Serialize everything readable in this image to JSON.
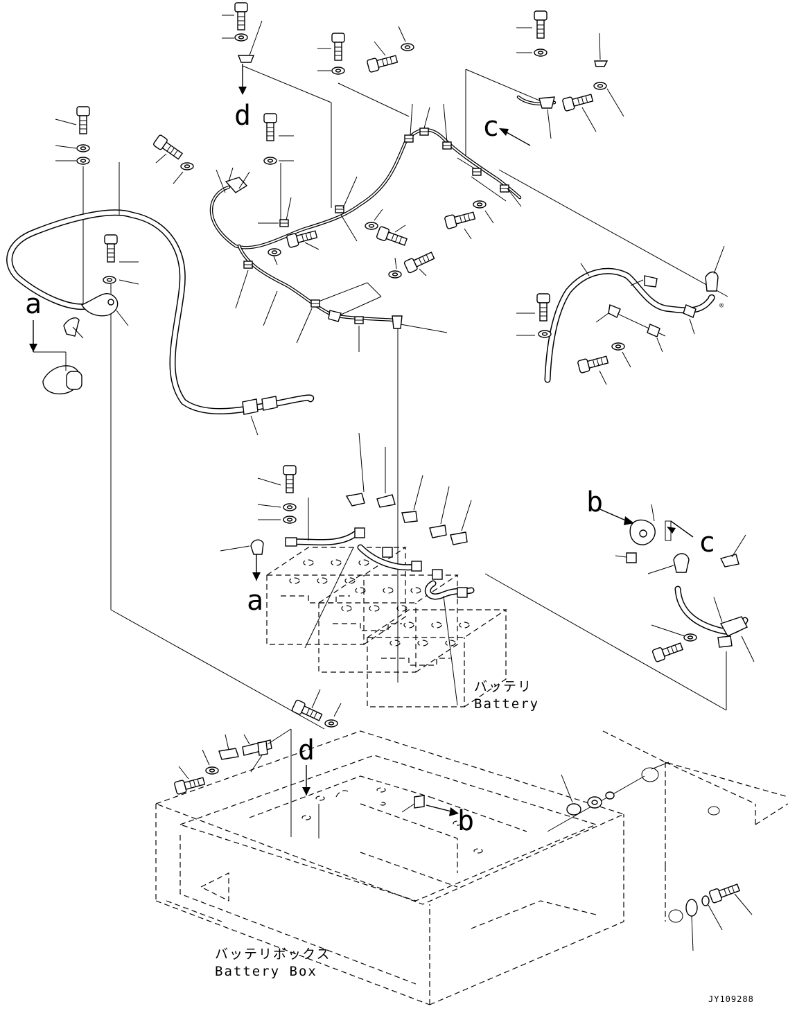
{
  "labels": {
    "callout_a": "a",
    "callout_b": "b",
    "callout_c": "c",
    "callout_d": "d"
  },
  "captions": {
    "battery_jp": "バッテリ",
    "battery_en": "Battery",
    "battery_box_jp": "バッテリボックス",
    "battery_box_en": "Battery Box"
  },
  "drawing_code": "JY109288"
}
